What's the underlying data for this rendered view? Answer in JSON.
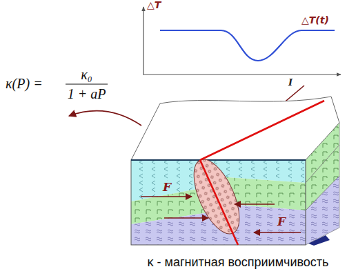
{
  "diagram": {
    "caption": "κ - магнитная восприимчивость",
    "labels": [
      "△T",
      "△T(t)",
      "I",
      "κ(P) =",
      "κ₀",
      "1 + aP",
      "F",
      "F"
    ]
  }
}
